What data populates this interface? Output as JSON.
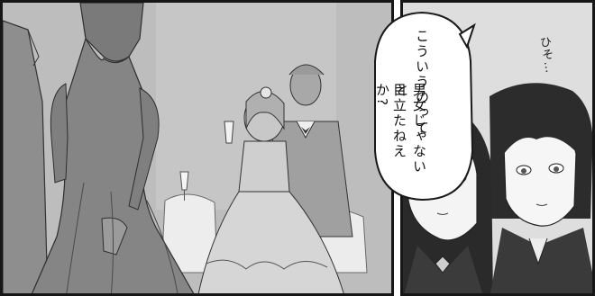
{
  "speech_bubble": {
    "line_1": "こういうのって",
    "line_2": "男女じゃないと",
    "line_3": "目立たねえか?"
  },
  "sound_effect": {
    "text": "ひそ…"
  }
}
